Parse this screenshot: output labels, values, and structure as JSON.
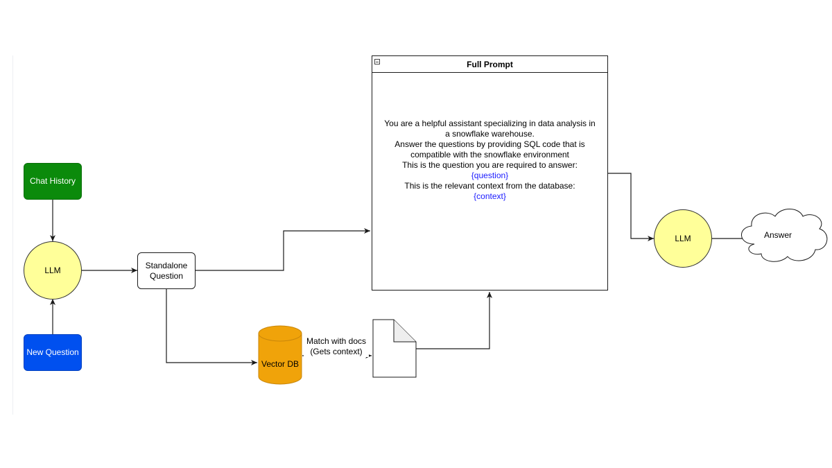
{
  "nodes": {
    "chat_history": "Chat History",
    "llm_left": "LLM",
    "new_question": "New Question",
    "standalone_question": [
      "Standalone",
      "Question"
    ],
    "vector_db": "Vector DB",
    "llm_right": "LLM",
    "answer": "Answer"
  },
  "full_prompt": {
    "title": "Full Prompt",
    "lines": [
      "You are a helpful assistant specializing in data analysis in",
      "a snowflake warehouse.",
      "Answer the questions by providing SQL code that is",
      "compatible with the snowflake environment",
      "This is the question you are required to answer:",
      "{question}",
      "This is the relevant context from the database:",
      "{context}"
    ]
  },
  "edge_labels": {
    "vector_to_doc": [
      "Match with docs",
      "(Gets context)"
    ]
  },
  "colors": {
    "chat_history_fill": "#0b8a0b",
    "new_question_fill": "#0050ef",
    "llm_fill": "#ffff99",
    "vector_db_fill": "#f0a30a",
    "placeholder_text": "#1a1aff",
    "line": "#1a1a1a"
  }
}
